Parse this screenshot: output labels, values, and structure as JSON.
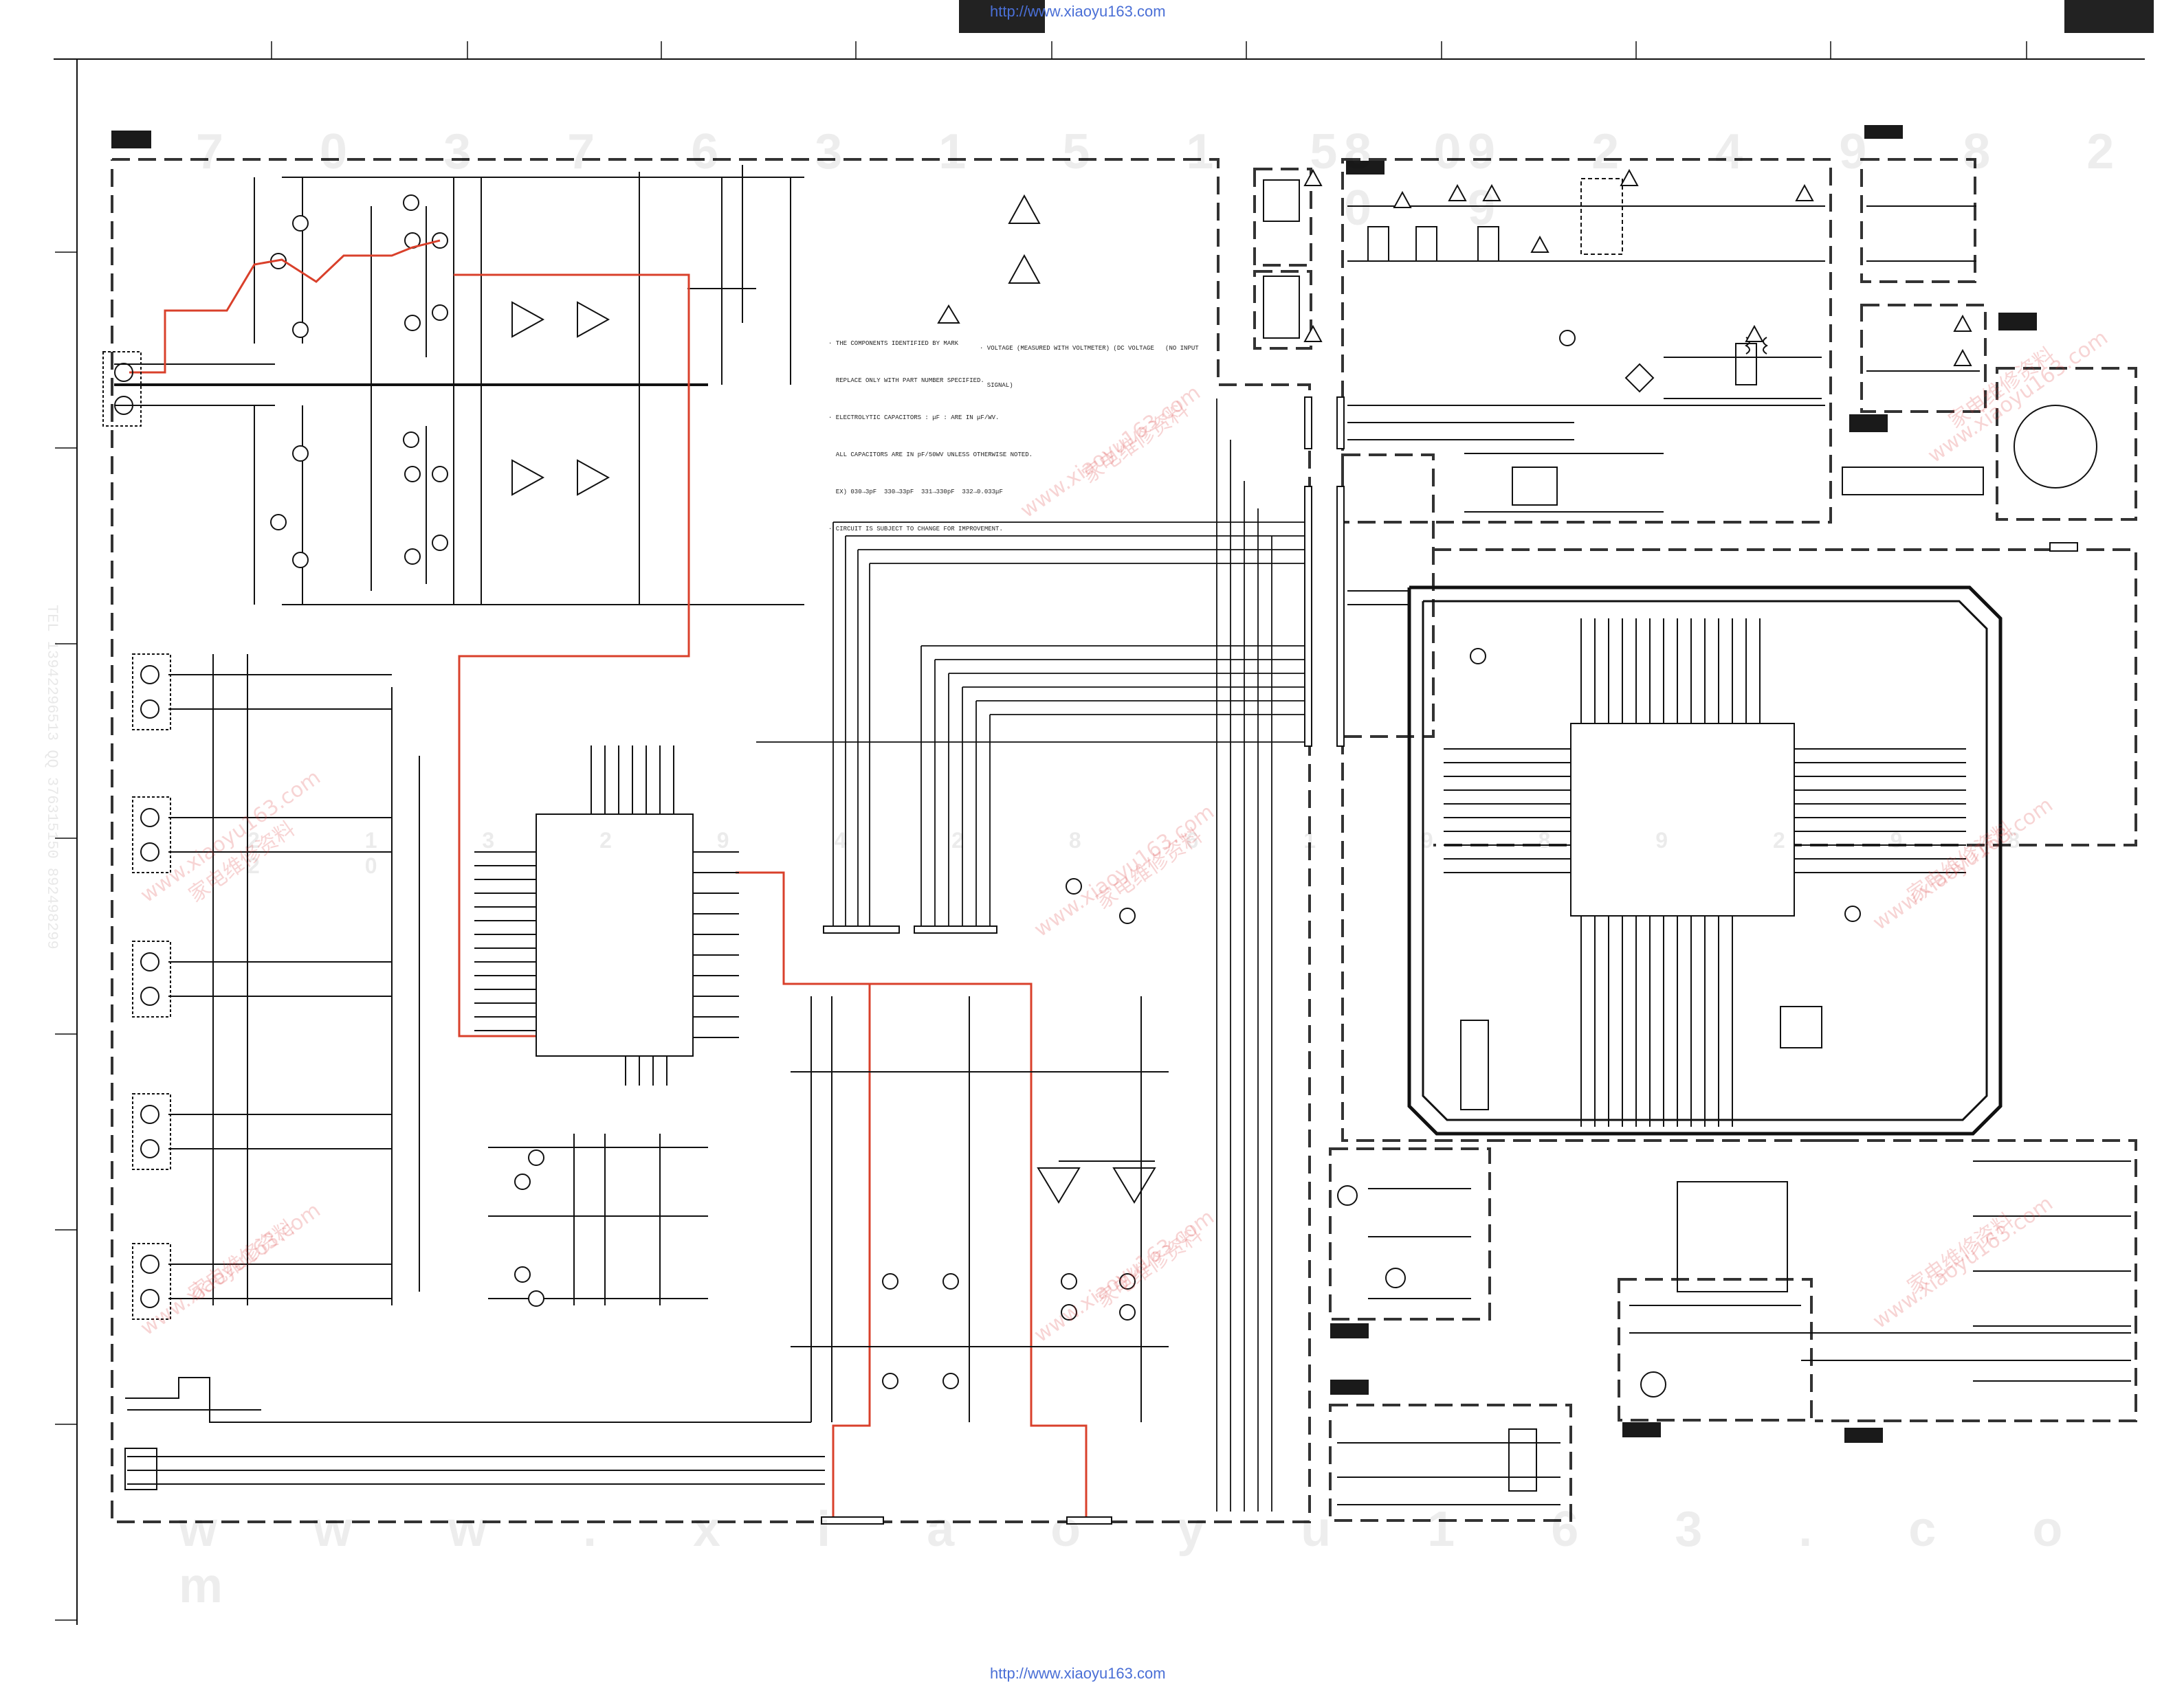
{
  "watermark": {
    "top_url": "http://www.xiaoyu163.com",
    "bottom_url": "http://www.xiaoyu163.com",
    "digit_row": "7 0 3 7 6 3 1 5 1 5 0",
    "digit_row_right": "8 9 2 4 9 8 2 0 9",
    "bottom_text": "w w w . x i a o y u 1 6 3 . c o m",
    "mid_digits": "2 1 3 2 9 4 2 8 6 1 9 8 9 2 9 8 2 0",
    "cn_text": "家电维修资料",
    "cn_url": "www.xiaoyu163.com",
    "side_text": "TEL 13942296513 QQ 376315150 892498299"
  },
  "notes": {
    "line1": "· THE COMPONENTS IDENTIFIED BY MARK",
    "line2": "  REPLACE ONLY WITH PART NUMBER SPECIFIED.",
    "line3": "· ELECTROLYTIC CAPACITORS : μF : ARE IN μF/WV.",
    "line4": "  ALL CAPACITORS ARE IN pF/50WV UNLESS OTHERWISE NOTED.",
    "line5": "  EX) 030→3pF  330→33pF  331→330pF  332→0.033μF",
    "line6": "· CIRCUIT IS SUBJECT TO CHANGE FOR IMPROVEMENT.",
    "line7": "· VOLTAGE (MEASURED WITH VOLTMETER) (DC VOLTAGE   (NO INPUT",
    "line8": "  SIGNAL)"
  },
  "colors": {
    "wire": "#111111",
    "signal_path": "#d9402b",
    "watermark_url": "#4a6fd6"
  }
}
